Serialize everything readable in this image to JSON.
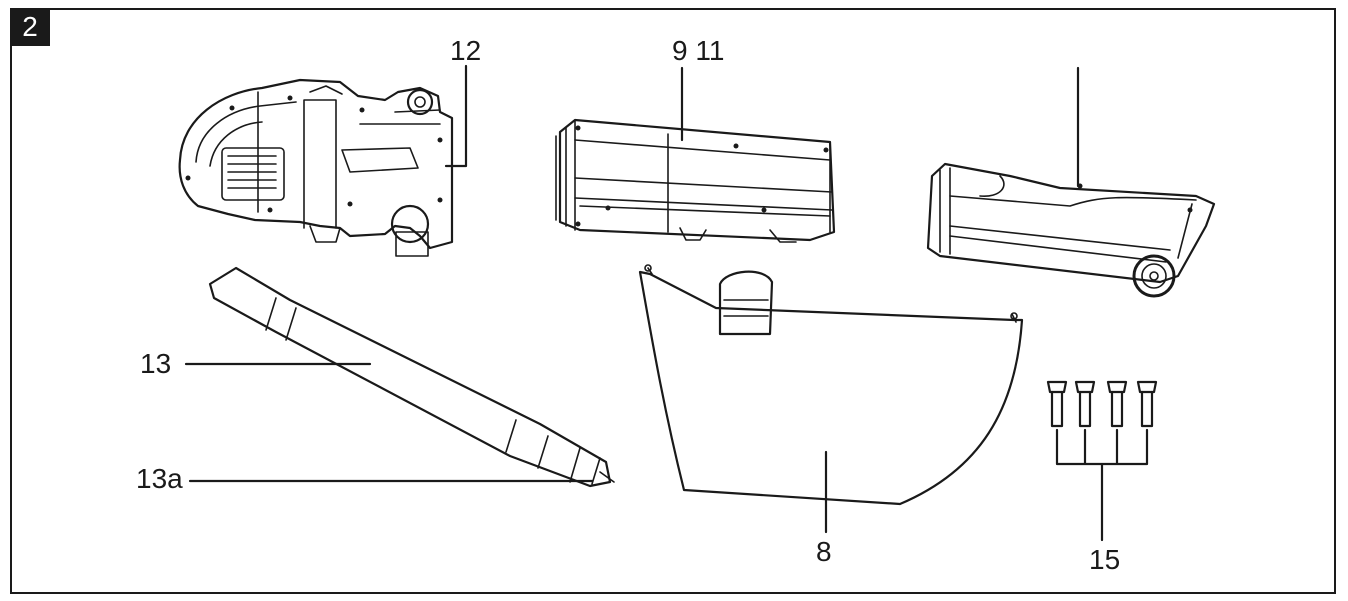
{
  "figure": {
    "number": "2"
  },
  "callouts": {
    "c12": "12",
    "c9_11": "9 11",
    "c13": "13",
    "c13a": "13a",
    "c8": "8",
    "c15": "15"
  },
  "colors": {
    "line": "#1a1a1a",
    "background": "#ffffff"
  }
}
